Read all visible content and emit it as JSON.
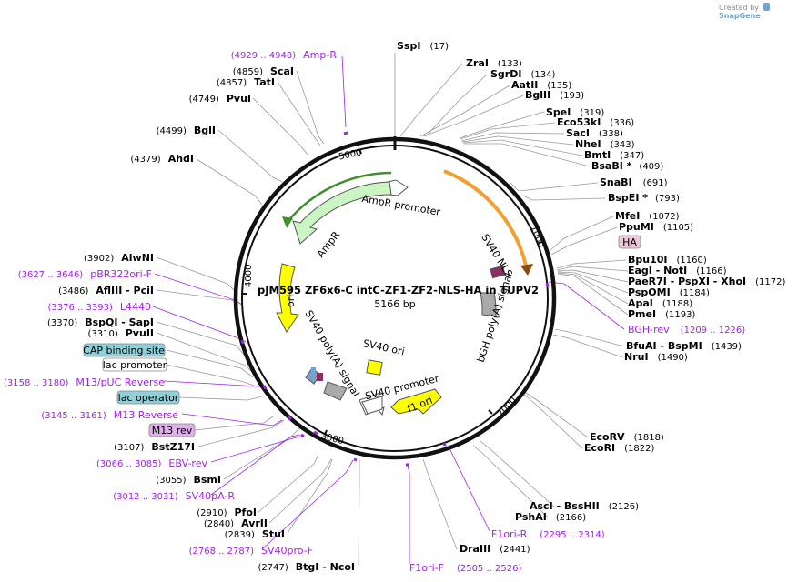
{
  "credit": {
    "prefix": "Created by",
    "brand": "SnapGene"
  },
  "plasmid": {
    "name": "pJM595 ZF6x6-C intC-ZF1-ZF2-NLS-HA in TUPV2",
    "length": "5166 bp"
  },
  "ticks": [
    "1000",
    "2000",
    "3000",
    "4000",
    "5000"
  ],
  "enzymes": [
    {
      "name": "SspI",
      "pos": "(17)"
    },
    {
      "name": "ZraI",
      "pos": "(133)"
    },
    {
      "name": "SgrDI",
      "pos": "(134)"
    },
    {
      "name": "AatII",
      "pos": "(135)"
    },
    {
      "name": "BglII",
      "pos": "(193)"
    },
    {
      "name": "SpeI",
      "pos": "(319)"
    },
    {
      "name": "Eco53kI",
      "pos": "(336)"
    },
    {
      "name": "SacI",
      "pos": "(338)"
    },
    {
      "name": "NheI",
      "pos": "(343)"
    },
    {
      "name": "BmtI",
      "pos": "(347)"
    },
    {
      "name": "BsaBI *",
      "pos": "(409)"
    },
    {
      "name": "SnaBI",
      "pos": "(691)"
    },
    {
      "name": "BspEI *",
      "pos": "(793)"
    },
    {
      "name": "MfeI",
      "pos": "(1072)"
    },
    {
      "name": "PpuMI",
      "pos": "(1105)"
    },
    {
      "name": "Bpu10I",
      "pos": "(1160)"
    },
    {
      "name": "EagI  -  NotI",
      "pos": "(1166)"
    },
    {
      "name": "PaeR7I  -  PspXI  -  XhoI",
      "pos": "(1172)"
    },
    {
      "name": "PspOMI",
      "pos": "(1184)"
    },
    {
      "name": "ApaI",
      "pos": "(1188)"
    },
    {
      "name": "PmeI",
      "pos": "(1193)"
    },
    {
      "name": "BfuAI  -  BspMI",
      "pos": "(1439)"
    },
    {
      "name": "NruI",
      "pos": "(1490)"
    },
    {
      "name": "EcoRV",
      "pos": "(1818)"
    },
    {
      "name": "EcoRI",
      "pos": "(1822)"
    },
    {
      "name": "AscI  -  BssHII",
      "pos": "(2126)"
    },
    {
      "name": "PshAI",
      "pos": "(2166)"
    },
    {
      "name": "DraIII",
      "pos": "(2441)"
    },
    {
      "name": "BtgI  -  NcoI",
      "pos": "(2747)"
    },
    {
      "name": "StuI",
      "pos": "(2839)"
    },
    {
      "name": "AvrII",
      "pos": "(2840)"
    },
    {
      "name": "PfoI",
      "pos": "(2910)"
    },
    {
      "name": "BsmI",
      "pos": "(3055)"
    },
    {
      "name": "BstZ17I",
      "pos": "(3107)"
    },
    {
      "name": "PvuII",
      "pos": "(3310)"
    },
    {
      "name": "BspQI  -  SapI",
      "pos": "(3370)"
    },
    {
      "name": "AflIII  -  PciI",
      "pos": "(3486)"
    },
    {
      "name": "AlwNI",
      "pos": "(3902)"
    },
    {
      "name": "AhdI",
      "pos": "(4379)"
    },
    {
      "name": "BglI",
      "pos": "(4499)"
    },
    {
      "name": "PvuI",
      "pos": "(4749)"
    },
    {
      "name": "TatI",
      "pos": "(4857)"
    },
    {
      "name": "ScaI",
      "pos": "(4859)"
    }
  ],
  "primers": [
    {
      "name": "Amp-R",
      "range": "(4929 .. 4948)"
    },
    {
      "name": "BGH-rev",
      "range": "(1209 .. 1226)"
    },
    {
      "name": "F1ori-R",
      "range": "(2295 .. 2314)"
    },
    {
      "name": "F1ori-F",
      "range": "(2505 .. 2526)"
    },
    {
      "name": "SV40pro-F",
      "range": "(2768 .. 2787)"
    },
    {
      "name": "SV40pA-R",
      "range": "(3012 .. 3031)"
    },
    {
      "name": "EBV-rev",
      "range": "(3066 .. 3085)"
    },
    {
      "name": "M13 Reverse",
      "range": "(3145 .. 3161)"
    },
    {
      "name": "M13/pUC Reverse",
      "range": "(3158 .. 3180)"
    },
    {
      "name": "L4440",
      "range": "(3376 .. 3393)"
    },
    {
      "name": "pBR322ori-F",
      "range": "(3627 .. 3646)"
    }
  ],
  "boxed_labels": [
    "HA",
    "CAP binding site",
    "lac promoter",
    "lac operator",
    "M13 rev"
  ],
  "features": [
    "AmpR promoter",
    "AmpR",
    "ori",
    "SV40 poly(A) signal",
    "SV40 ori",
    "SV40 promoter",
    "f1 ori",
    "bGH poly(A) signal",
    "SV40 NLS"
  ],
  "colors": {
    "backbone": "#111111",
    "ampr": "#ccf5c4",
    "ampr_edge": "#3f8f2a",
    "ori": "#ffff00",
    "sv40": "#ffff00",
    "orange": "#f0a030",
    "gray": "#a9a9a9",
    "primer": "#a020f0",
    "lac_box": "#8fd0d8",
    "m13_box": "#e0b0e8",
    "ha_box": "#ecc8d8"
  }
}
